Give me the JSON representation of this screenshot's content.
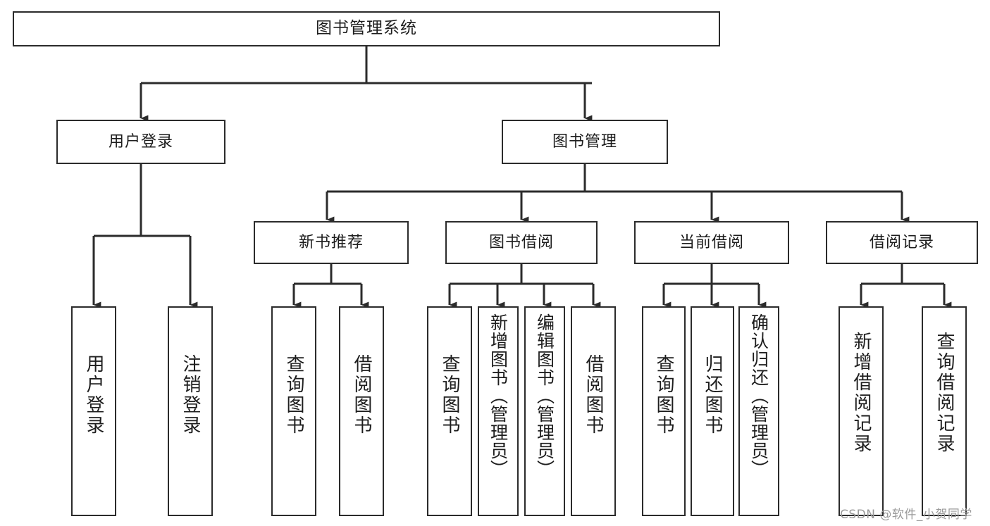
{
  "diagram": {
    "type": "tree",
    "title": "图书管理系统",
    "colors": {
      "line": "#2b2b2b",
      "box_border": "#2b2b2b",
      "box_fill": "#ffffff",
      "text": "#1d1d1d",
      "watermark": "#9a9a9a"
    },
    "nodes": {
      "root": "图书管理系统",
      "user_login": "用户登录",
      "book_manage": "图书管理",
      "new_book_rec": "新书推荐",
      "book_borrow": "图书借阅",
      "current_borrow": "当前借阅",
      "borrow_record": "借阅记录",
      "leaf_user_login": "用户登录",
      "leaf_logout": "注销登录",
      "leaf_query_book_1": "查询图书",
      "leaf_borrow_book_1": "借阅图书",
      "leaf_query_book_2": "查询图书",
      "leaf_add_book": "新增图书（管理员）",
      "leaf_edit_book": "编辑图书（管理员）",
      "leaf_borrow_book_2": "借阅图书",
      "leaf_query_book_3": "查询图书",
      "leaf_return_book": "归还图书",
      "leaf_confirm_return": "确认归还（管理员）",
      "leaf_add_record": "新增借阅记录",
      "leaf_query_record": "查询借阅记录"
    },
    "edges": [
      {
        "from": "root",
        "to": "user_login"
      },
      {
        "from": "root",
        "to": "book_manage"
      },
      {
        "from": "user_login",
        "to": "leaf_user_login"
      },
      {
        "from": "user_login",
        "to": "leaf_logout"
      },
      {
        "from": "book_manage",
        "to": "new_book_rec"
      },
      {
        "from": "book_manage",
        "to": "book_borrow"
      },
      {
        "from": "book_manage",
        "to": "current_borrow"
      },
      {
        "from": "book_manage",
        "to": "borrow_record"
      },
      {
        "from": "new_book_rec",
        "to": "leaf_query_book_1"
      },
      {
        "from": "new_book_rec",
        "to": "leaf_borrow_book_1"
      },
      {
        "from": "book_borrow",
        "to": "leaf_query_book_2"
      },
      {
        "from": "book_borrow",
        "to": "leaf_add_book"
      },
      {
        "from": "book_borrow",
        "to": "leaf_edit_book"
      },
      {
        "from": "book_borrow",
        "to": "leaf_borrow_book_2"
      },
      {
        "from": "current_borrow",
        "to": "leaf_query_book_3"
      },
      {
        "from": "current_borrow",
        "to": "leaf_return_book"
      },
      {
        "from": "current_borrow",
        "to": "leaf_confirm_return"
      },
      {
        "from": "borrow_record",
        "to": "leaf_add_record"
      },
      {
        "from": "borrow_record",
        "to": "leaf_query_record"
      }
    ]
  },
  "watermark": "CSDN @软件_小贺同学"
}
